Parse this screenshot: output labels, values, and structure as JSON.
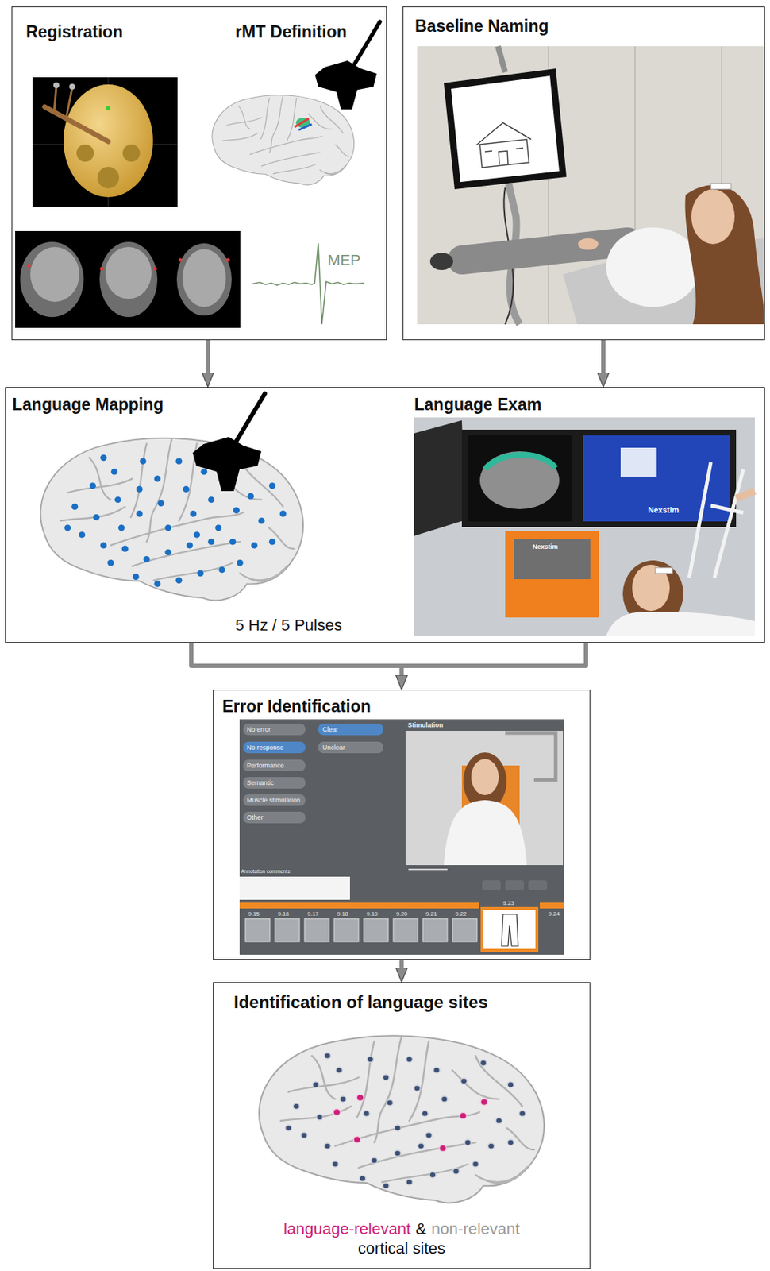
{
  "diagram": {
    "nodes": [
      {
        "text": [
          "Registration",
          "rMT Definition",
          "MEP"
        ]
      },
      {
        "text": [
          "Baseline Naming"
        ]
      },
      {
        "text": [
          "Language Mapping",
          "Language Exam",
          "5 Hz / 5 Pulses"
        ]
      },
      {
        "text": [
          "Error Identification"
        ]
      },
      {
        "text": [
          "Identification of language sites"
        ]
      }
    ],
    "edges": [
      {
        "from": 0,
        "to": 2,
        "arrow": "to"
      },
      {
        "from": 1,
        "to": 2,
        "arrow": "to"
      },
      {
        "from": 2,
        "to": 3,
        "arrow": "to"
      },
      {
        "from": 3,
        "to": 4,
        "arrow": "to"
      }
    ],
    "labels": [
      "No error",
      "No response",
      "Performance",
      "Semantic",
      "Muscle stimulation",
      "Other",
      "Clear",
      "Unclear",
      "Stimulation",
      "Annotation comments",
      "9.15",
      "9.16",
      "9.17",
      "9.18",
      "9.19",
      "9.20",
      "9.21",
      "9.22",
      "9.23",
      "9.24",
      "Nexstim",
      "Nexstim",
      "&",
      "cortical sites"
    ],
    "legend": [
      {
        "text": "language-relevant",
        "color": "#cc1f78"
      },
      {
        "text": "non-relevant",
        "color": "#9a9a9a"
      }
    ]
  }
}
